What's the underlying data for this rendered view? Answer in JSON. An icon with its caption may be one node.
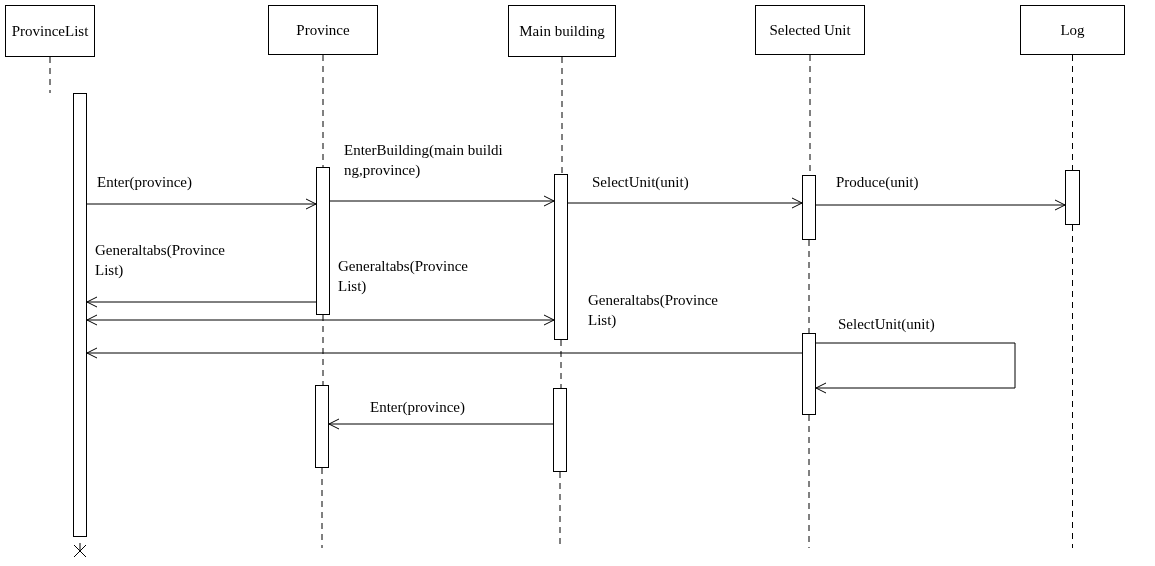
{
  "diagram": {
    "nodes": [
      {
        "text": [
          "ProvinceList"
        ]
      },
      {
        "text": [
          "Province"
        ]
      },
      {
        "text": [
          "Main building"
        ]
      },
      {
        "text": [
          "Selected Unit"
        ]
      },
      {
        "text": [
          "Log"
        ]
      },
      {
        "text": [],
        "shape": "bar"
      },
      {
        "text": [],
        "shape": "bar"
      },
      {
        "text": [],
        "shape": "bar"
      },
      {
        "text": [],
        "shape": "bar"
      },
      {
        "text": [],
        "shape": "bar"
      },
      {
        "text": [],
        "shape": "bar"
      },
      {
        "text": [],
        "shape": "bar"
      },
      {
        "text": [],
        "shape": "bar"
      }
    ],
    "edges": [
      {
        "from": 5,
        "to": 6,
        "arrow": "to",
        "label": "Enter(province)"
      },
      {
        "from": 6,
        "to": 7,
        "arrow": "to",
        "label": "EnterBuilding(main building,province)"
      },
      {
        "from": 7,
        "to": 8,
        "arrow": "to",
        "label": "SelectUnit(unit)"
      },
      {
        "from": 8,
        "to": 9,
        "arrow": "to",
        "label": "Produce(unit)"
      },
      {
        "from": 6,
        "to": 5,
        "arrow": "to",
        "label": "Generaltabs(ProvinceList)"
      },
      {
        "from": 7,
        "to": 5,
        "arrow": "both",
        "label": "Generaltabs(ProvinceList)"
      },
      {
        "from": 10,
        "to": 5,
        "arrow": "to",
        "label": "Generaltabs(ProvinceList)"
      },
      {
        "from": 10,
        "to": 10,
        "arrow": "to",
        "label": "SelectUnit(unit)"
      },
      {
        "from": 12,
        "to": 11,
        "arrow": "to",
        "label": "Enter(province)"
      },
      {
        "from": 0,
        "to": 5,
        "arrow": "none",
        "style": "dashed"
      },
      {
        "from": 1,
        "to": 6,
        "arrow": "none",
        "style": "dashed"
      },
      {
        "from": 6,
        "to": 11,
        "arrow": "none",
        "style": "dashed"
      },
      {
        "from": 11,
        "to": null,
        "arrow": "none",
        "style": "dashed"
      },
      {
        "from": 2,
        "to": 7,
        "arrow": "none",
        "style": "dashed"
      },
      {
        "from": 7,
        "to": 12,
        "arrow": "none",
        "style": "dashed"
      },
      {
        "from": 12,
        "to": null,
        "arrow": "none",
        "style": "dashed"
      },
      {
        "from": 3,
        "to": 8,
        "arrow": "none",
        "style": "dashed"
      },
      {
        "from": 8,
        "to": 10,
        "arrow": "none",
        "style": "dashed"
      },
      {
        "from": 10,
        "to": null,
        "arrow": "none",
        "style": "dashed"
      },
      {
        "from": 4,
        "to": 9,
        "arrow": "none",
        "style": "dashed"
      },
      {
        "from": 9,
        "to": null,
        "arrow": "none",
        "style": "dashed"
      }
    ]
  }
}
